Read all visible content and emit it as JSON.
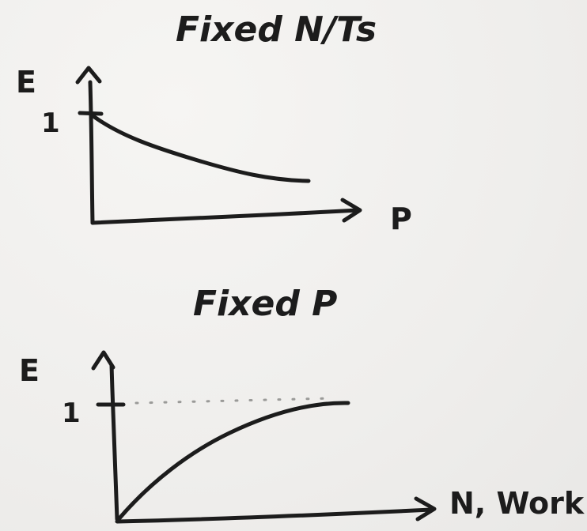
{
  "diagrams": [
    {
      "title": "Fixed N/Ts",
      "y_axis_label": "E",
      "x_axis_label": "P",
      "y_tick_label": "1",
      "curve": "decreasing"
    },
    {
      "title": "Fixed P",
      "y_axis_label": "E",
      "x_axis_label": "N, Work",
      "y_tick_label": "1",
      "curve": "increasing"
    }
  ]
}
